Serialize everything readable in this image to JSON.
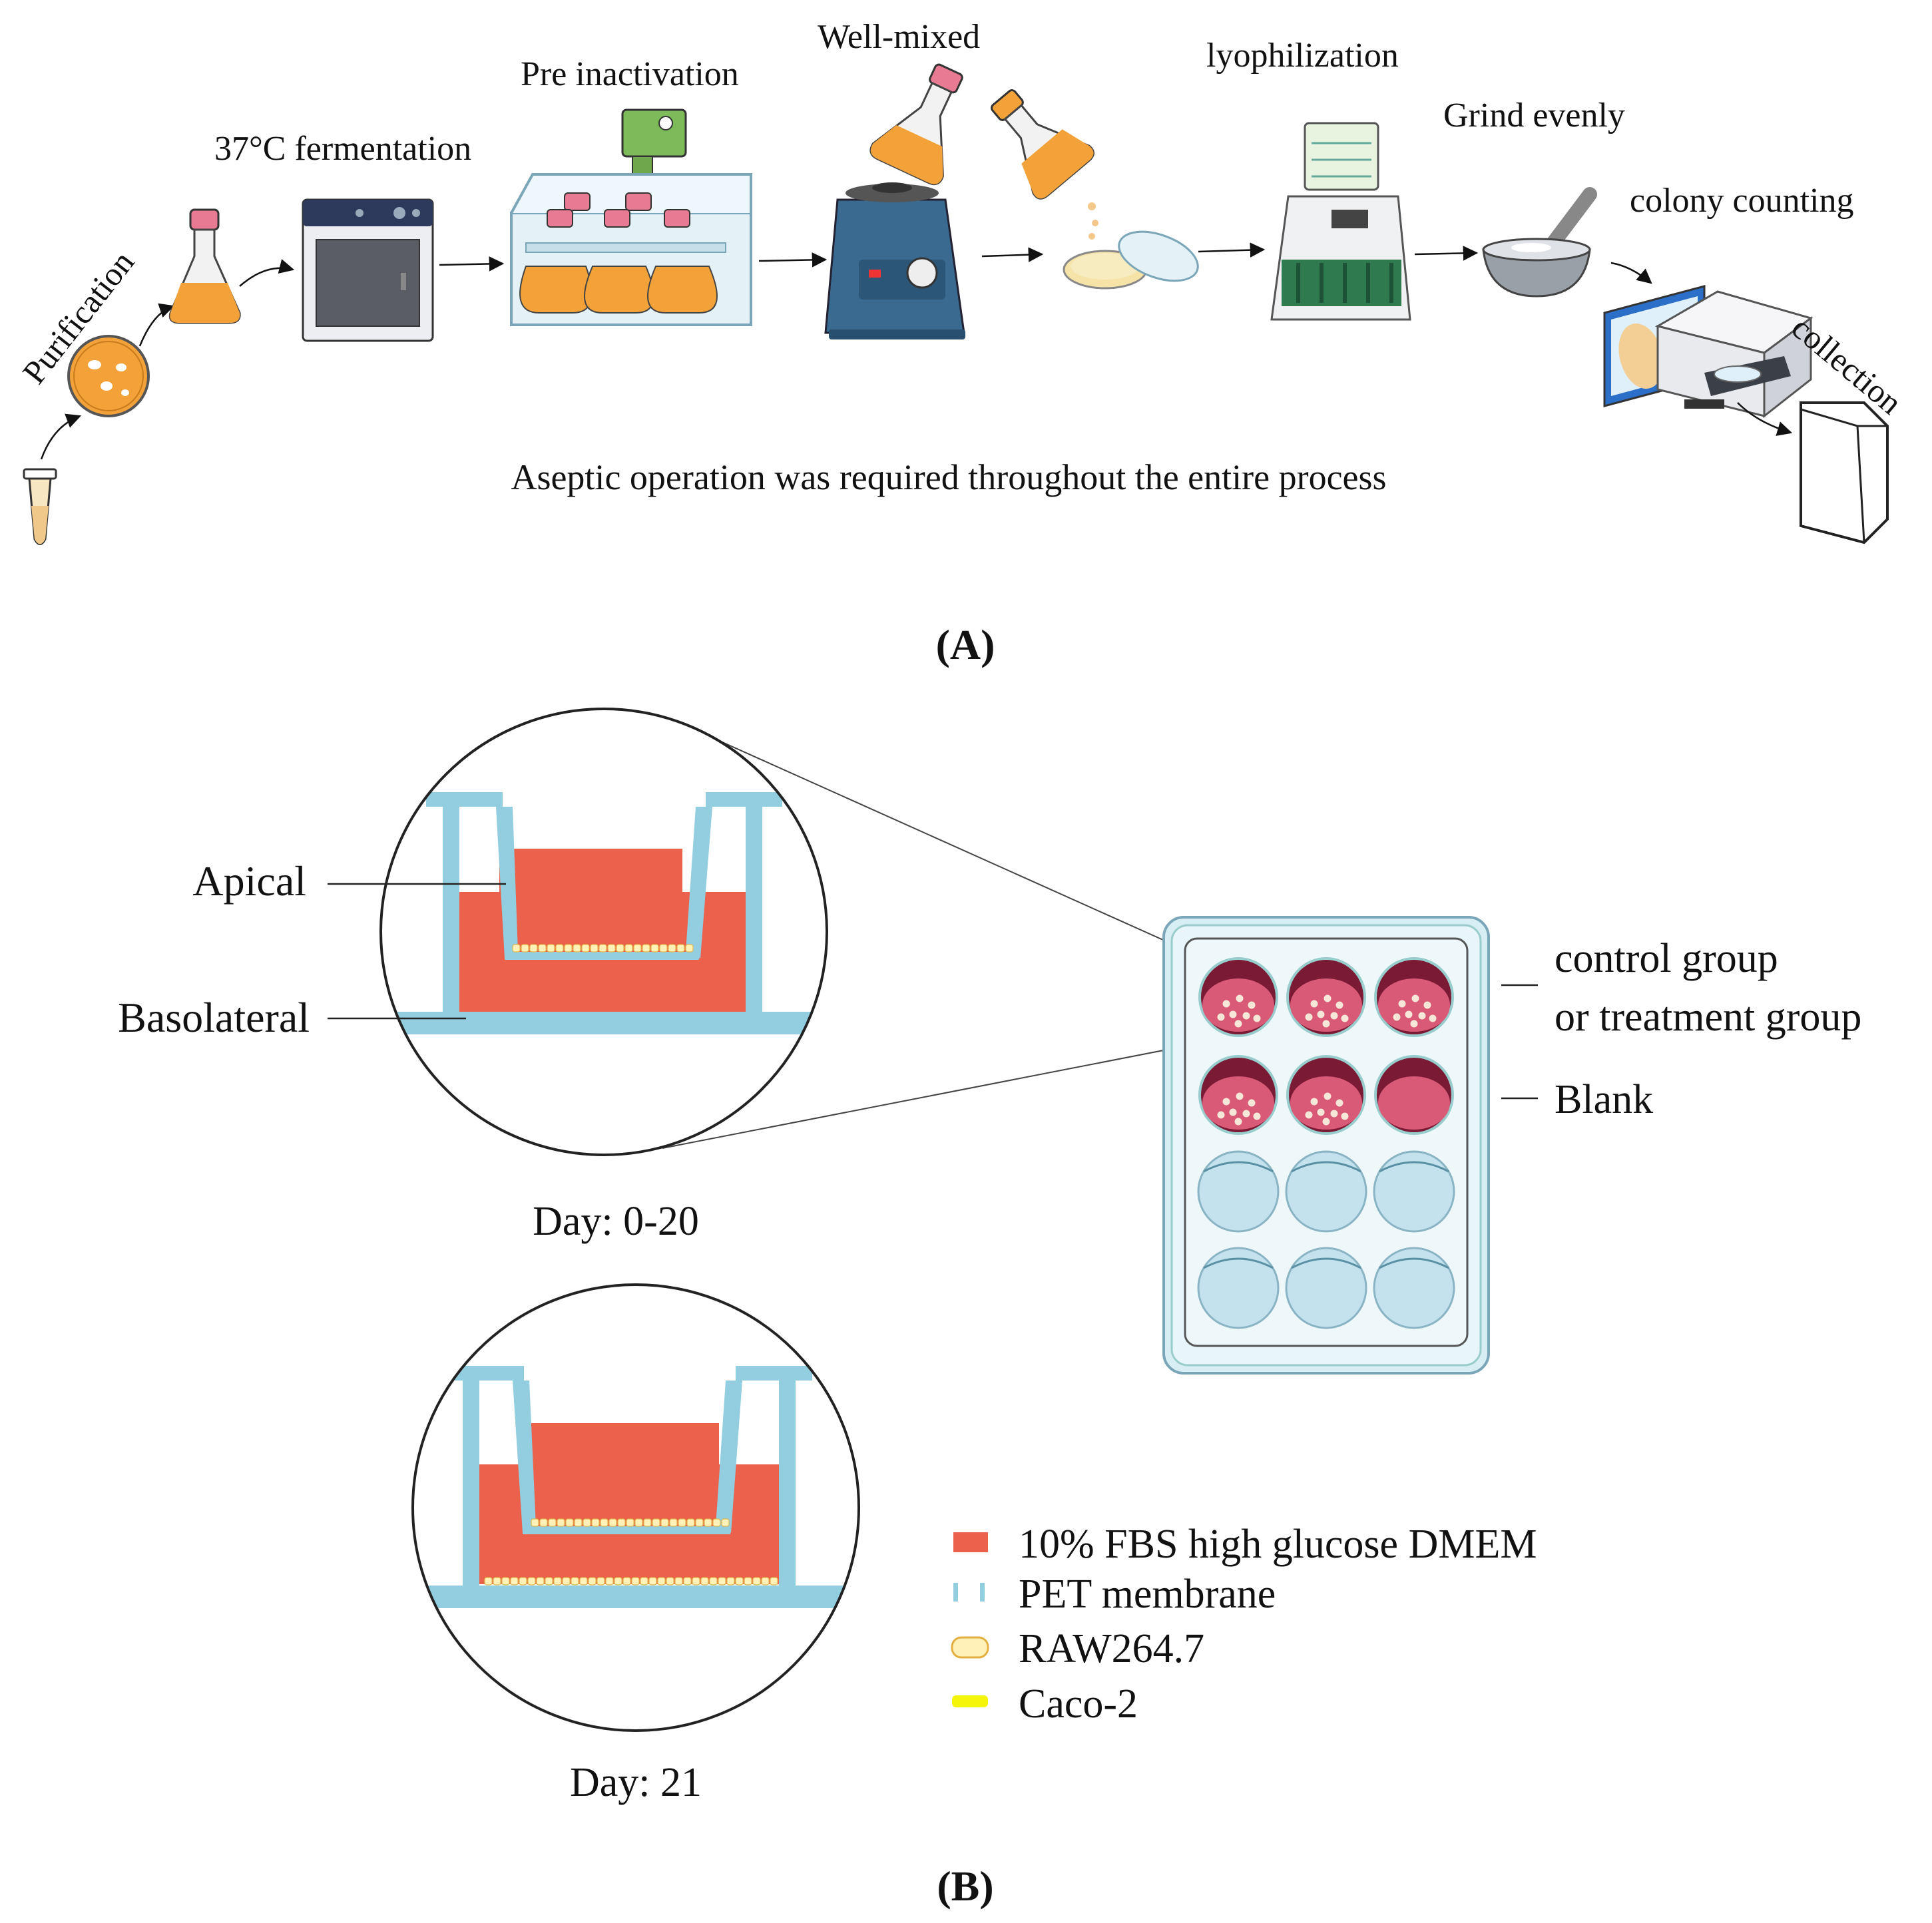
{
  "panel_a": {
    "steps": [
      "Purification",
      "37°C fermentation",
      "Pre inactivation",
      "Well-mixed",
      "lyophilization",
      "Grind evenly",
      "colony counting",
      "collection"
    ],
    "note": "Aseptic operation was required throughout the entire process",
    "panel_label": "(A)"
  },
  "panel_b": {
    "labels": {
      "apical": "Apical",
      "basolateral": "Basolateral",
      "day_top": "Day: 0-20",
      "day_bottom": "Day: 21",
      "control_line1": "control group",
      "control_line2": "or treatment group",
      "blank": "Blank"
    },
    "legend": [
      {
        "label": "10% FBS high glucose DMEM",
        "color": "#ec614b"
      },
      {
        "label": "PET membrane",
        "color": "#92cde0"
      },
      {
        "label": "RAW264.7",
        "color": "#fff1b8"
      },
      {
        "label": "Caco-2",
        "color": "#f5f50a"
      }
    ],
    "panel_label": "(B)"
  },
  "colors": {
    "medium": "#ec614b",
    "membrane": "#92cde0",
    "culture": "#f3a23a",
    "well_treated": "#c9405f",
    "well_empty": "#c3e2ee",
    "plate": "#d8eef5"
  }
}
